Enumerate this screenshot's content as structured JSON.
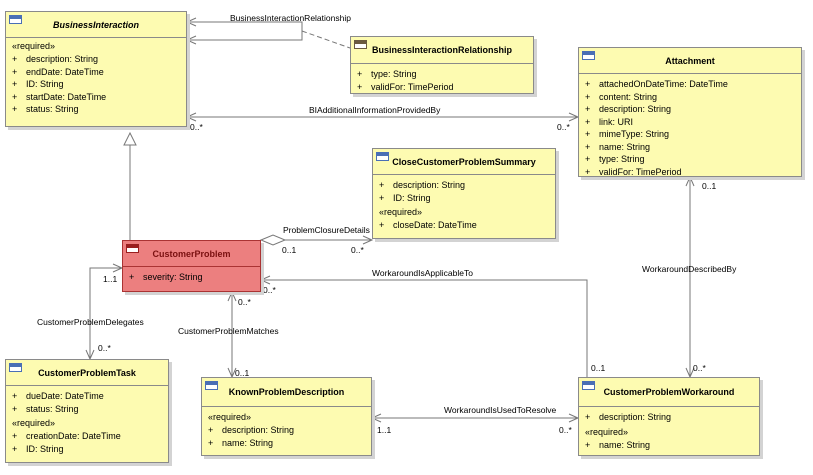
{
  "classes": {
    "business_interaction": {
      "name": "BusinessInteraction",
      "required_stereotype": "«required»",
      "attributes": [
        {
          "vis": "+",
          "text": "description: String"
        },
        {
          "vis": "+",
          "text": "endDate: DateTime"
        },
        {
          "vis": "+",
          "text": "ID: String"
        },
        {
          "vis": "+",
          "text": "startDate: DateTime"
        },
        {
          "vis": "+",
          "text": "status: String"
        }
      ]
    },
    "bi_relationship": {
      "name": "BusinessInteractionRelationship",
      "attributes": [
        {
          "vis": "+",
          "text": "type: String"
        },
        {
          "vis": "+",
          "text": "validFor: TimePeriod"
        }
      ]
    },
    "attachment": {
      "name": "Attachment",
      "attributes": [
        {
          "vis": "+",
          "text": "attachedOnDateTime: DateTime"
        },
        {
          "vis": "+",
          "text": "content: String"
        },
        {
          "vis": "+",
          "text": "description: String"
        },
        {
          "vis": "+",
          "text": "link: URI"
        },
        {
          "vis": "+",
          "text": "mimeType: String"
        },
        {
          "vis": "+",
          "text": "name: String"
        },
        {
          "vis": "+",
          "text": "type: String"
        },
        {
          "vis": "+",
          "text": "validFor: TimePeriod"
        }
      ]
    },
    "close_summary": {
      "name": "CloseCustomerProblemSummary",
      "attributes": [
        {
          "vis": "+",
          "text": "description: String"
        },
        {
          "vis": "+",
          "text": "ID: String"
        }
      ],
      "required_stereotype": "«required»",
      "required_attributes": [
        {
          "vis": "+",
          "text": "closeDate: DateTime"
        }
      ]
    },
    "customer_problem": {
      "name": "CustomerProblem",
      "attributes": [
        {
          "vis": "+",
          "text": "severity: String"
        }
      ]
    },
    "customer_problem_task": {
      "name": "CustomerProblemTask",
      "attributes": [
        {
          "vis": "+",
          "text": "dueDate: DateTime"
        },
        {
          "vis": "+",
          "text": "status: String"
        }
      ],
      "required_stereotype": "«required»",
      "required_attributes": [
        {
          "vis": "+",
          "text": "creationDate: DateTime"
        },
        {
          "vis": "+",
          "text": "ID: String"
        }
      ]
    },
    "known_problem": {
      "name": "KnownProblemDescription",
      "required_stereotype": "«required»",
      "attributes": [
        {
          "vis": "+",
          "text": "description: String"
        },
        {
          "vis": "+",
          "text": "name: String"
        }
      ]
    },
    "workaround": {
      "name": "CustomerProblemWorkaround",
      "attributes": [
        {
          "vis": "+",
          "text": "description: String"
        }
      ],
      "required_stereotype": "«required»",
      "required_attributes": [
        {
          "vis": "+",
          "text": "name: String"
        }
      ]
    }
  },
  "associations": {
    "bi_relationship": "BusinessInteractionRelationship",
    "bi_additional_info": "BIAdditionalInformationProvidedBy",
    "problem_closure": "ProblemClosureDetails",
    "workaround_applicable": "WorkaroundIsApplicableTo",
    "workaround_described": "WorkaroundDescribedBy",
    "delegates": "CustomerProblemDelegates",
    "matches": "CustomerProblemMatches",
    "workaround_used": "WorkaroundIsUsedToResolve"
  },
  "multiplicities": {
    "bi_info_source": "0..*",
    "bi_info_target": "0..*",
    "closure_source": "0..1",
    "closure_target": "0..*",
    "applicable_source": "0..*",
    "applicable_target": "0..1",
    "described_source": "0..1",
    "described_target": "0..*",
    "delegates_source": "1..1",
    "delegates_target": "0..*",
    "matches_source": "0..*",
    "matches_target": "0..1",
    "used_source": "1..1",
    "used_target": "0..*"
  }
}
